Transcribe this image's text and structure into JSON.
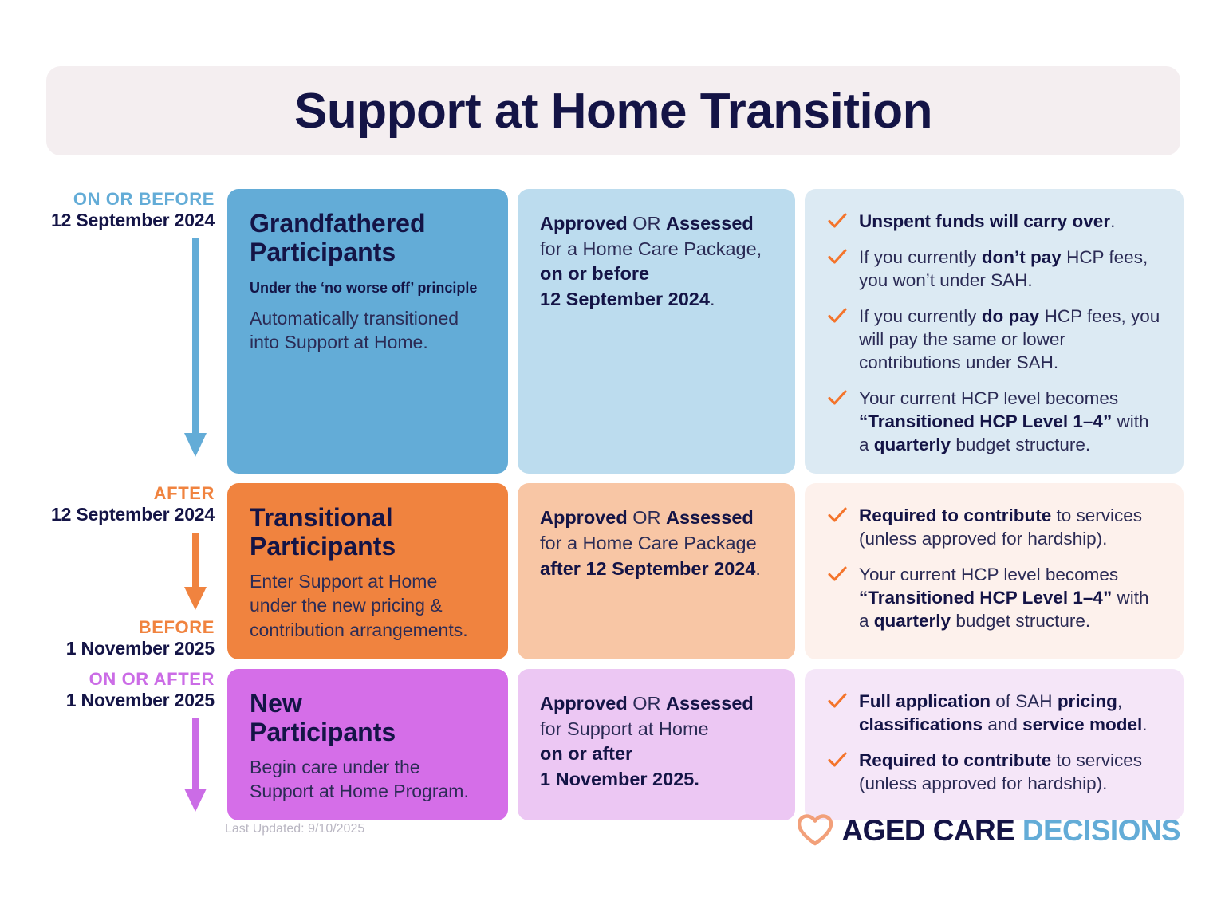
{
  "header": {
    "title": "Support at Home Transition"
  },
  "colors": {
    "navy": "#141446",
    "blue": "#63acd7",
    "blue_light": "#bcdcee",
    "blue_pale": "#dceaf3",
    "orange": "#f0833f",
    "orange_light": "#f8c6a5",
    "orange_pale": "#fdf1ec",
    "purple": "#d56ee8",
    "purple_light": "#ecc7f3",
    "purple_pale": "#f5e6f8",
    "title_bg": "#f4eef0",
    "tick": "#f4742b"
  },
  "rows": [
    {
      "timeline": {
        "qualifier": "ON OR BEFORE",
        "date": "12 September 2024",
        "arrow_color": "#63acd7"
      },
      "main": {
        "title": "Grandfathered\nParticipants",
        "subtitle": "Under the ‘no worse off’ principle",
        "body": "Automatically transitioned into Support at Home.",
        "bg": "#63acd7"
      },
      "mid": {
        "bg": "#bcdcee",
        "lines": [
          [
            {
              "t": "Approved ",
              "b": true
            },
            {
              "t": "OR ",
              "b": false
            },
            {
              "t": "Assessed",
              "b": true
            }
          ],
          [
            {
              "t": "for a Home Care Package,",
              "b": false
            }
          ],
          [
            {
              "t": "on or before",
              "b": true
            }
          ],
          [
            {
              "t": "12 September 2024",
              "b": true
            },
            {
              "t": ".",
              "b": false
            }
          ]
        ]
      },
      "right": {
        "bg": "#dceaf3",
        "items": [
          [
            {
              "t": "Unspent funds will carry over",
              "b": true
            },
            {
              "t": ".",
              "b": false
            }
          ],
          [
            {
              "t": "If you currently ",
              "b": false
            },
            {
              "t": "don’t pay",
              "b": true
            },
            {
              "t": " HCP fees, you won’t under SAH.",
              "b": false
            }
          ],
          [
            {
              "t": "If you currently ",
              "b": false
            },
            {
              "t": "do pay",
              "b": true
            },
            {
              "t": " HCP fees, you will pay the same or lower contributions under SAH.",
              "b": false
            }
          ],
          [
            {
              "t": "Your current HCP level becomes ",
              "b": false
            },
            {
              "t": "“Transitioned HCP Level 1–4”",
              "b": true
            },
            {
              "t": " with a ",
              "b": false
            },
            {
              "t": "quarterly",
              "b": true
            },
            {
              "t": " budget structure.",
              "b": false
            }
          ]
        ]
      }
    },
    {
      "timeline": {
        "qualifier": "AFTER",
        "date": "12 September 2024",
        "qualifier2": "BEFORE",
        "date2": "1 November 2025",
        "arrow_color": "#f0833f"
      },
      "main": {
        "title": "Transitional\nParticipants",
        "subtitle": "",
        "body": "Enter Support at Home under the new pricing & contribution arrangements.",
        "bg": "#f0833f"
      },
      "mid": {
        "bg": "#f8c6a5",
        "lines": [
          [
            {
              "t": "Approved ",
              "b": true
            },
            {
              "t": "OR ",
              "b": false
            },
            {
              "t": "Assessed",
              "b": true
            }
          ],
          [
            {
              "t": "for a Home Care Package",
              "b": false
            }
          ],
          [
            {
              "t": "after 12 September 2024",
              "b": true
            },
            {
              "t": ".",
              "b": false
            }
          ]
        ]
      },
      "right": {
        "bg": "#fdf1ec",
        "items": [
          [
            {
              "t": "Required to contribute",
              "b": true
            },
            {
              "t": " to services (unless approved for hardship).",
              "b": false
            }
          ],
          [
            {
              "t": "Your current HCP level becomes ",
              "b": false
            },
            {
              "t": "“Transitioned HCP Level 1–4”",
              "b": true
            },
            {
              "t": " with a ",
              "b": false
            },
            {
              "t": "quarterly",
              "b": true
            },
            {
              "t": " budget structure.",
              "b": false
            }
          ]
        ]
      }
    },
    {
      "timeline": {
        "qualifier": "ON OR AFTER",
        "date": "1 November 2025",
        "arrow_color": "#cb6ce6"
      },
      "main": {
        "title": "New\nParticipants",
        "subtitle": "",
        "body": "Begin care under the Support at Home Program.",
        "bg": "#d56ee8"
      },
      "mid": {
        "bg": "#ecc7f3",
        "lines": [
          [
            {
              "t": "Approved ",
              "b": true
            },
            {
              "t": "OR ",
              "b": false
            },
            {
              "t": "Assessed",
              "b": true
            }
          ],
          [
            {
              "t": "for Support at Home",
              "b": false
            }
          ],
          [
            {
              "t": "on or after",
              "b": true
            }
          ],
          [
            {
              "t": "1 November 2025.",
              "b": true
            }
          ]
        ]
      },
      "right": {
        "bg": "#f5e6f8",
        "items": [
          [
            {
              "t": "Full application",
              "b": true
            },
            {
              "t": " of SAH ",
              "b": false
            },
            {
              "t": "pricing",
              "b": true
            },
            {
              "t": ", ",
              "b": false
            },
            {
              "t": "classifications",
              "b": true
            },
            {
              "t": " and ",
              "b": false
            },
            {
              "t": "service model",
              "b": true
            },
            {
              "t": ".",
              "b": false
            }
          ],
          [
            {
              "t": "Required to contribute",
              "b": true
            },
            {
              "t": " to services (unless approved for hardship).",
              "b": false
            }
          ]
        ]
      }
    }
  ],
  "footer": {
    "last_updated": "Last Updated: 9/10/2025",
    "logo": {
      "icon": "heart-icon",
      "primary": "AGED CARE",
      "secondary": "DECISIONS"
    }
  }
}
